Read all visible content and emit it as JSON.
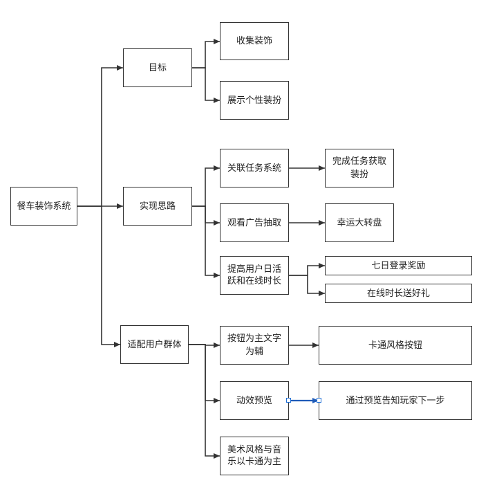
{
  "colors": {
    "line": "#333333",
    "selected_line": "#1f5bb8",
    "handle": "#1f6fd6"
  },
  "nodes": {
    "root": "餐车装饰系统",
    "goal": "目标",
    "collect": "收集装饰",
    "show": "展示个性装扮",
    "impl": "实现思路",
    "task": "关联任务系统",
    "task_result": "完成任务获取装扮",
    "ad": "观看广告抽取",
    "ad_result": "幸运大转盘",
    "active": "提高用户日活跃和在线时长",
    "login": "七日登录奖励",
    "online": "在线时长送好礼",
    "adapt": "适配用户群体",
    "button": "按钮为主文字为辅",
    "button_result": "卡通风格按钮",
    "anim": "动效预览",
    "anim_result": "通过预览告知玩家下一步",
    "art": "美术风格与音乐以卡通为主"
  }
}
